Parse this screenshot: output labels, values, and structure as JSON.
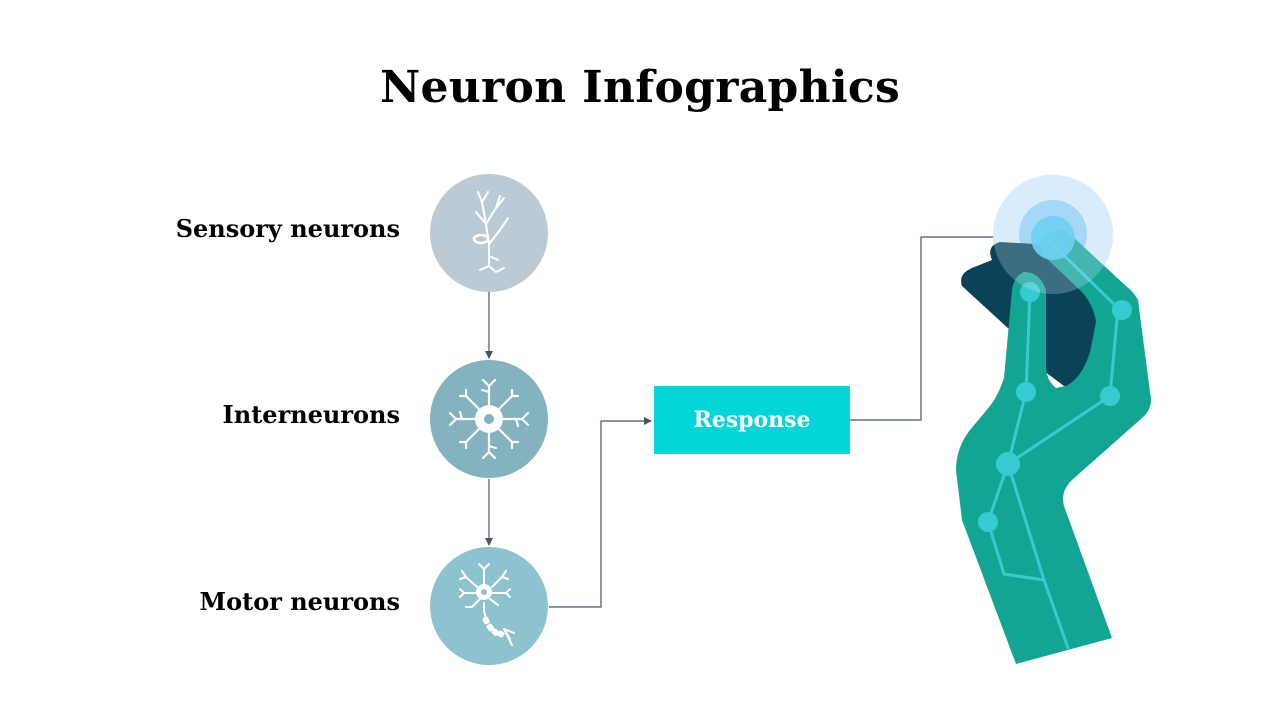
{
  "title": "Neuron Infographics",
  "neurons": [
    {
      "label": "Sensory neurons",
      "icon": "sensory-neuron-icon",
      "color": "#bccad6"
    },
    {
      "label": "Interneurons",
      "icon": "interneuron-icon",
      "color": "#82b3bf"
    },
    {
      "label": "Motor neurons",
      "icon": "motor-neuron-icon",
      "color": "#8dc2cf"
    }
  ],
  "response": {
    "label": "Response",
    "color": "#04d5d8"
  },
  "colors": {
    "connector": "#44546a",
    "hand_primary": "#13a594",
    "hand_dark": "#0a4359",
    "touch_glow": "#4ec8ee"
  }
}
